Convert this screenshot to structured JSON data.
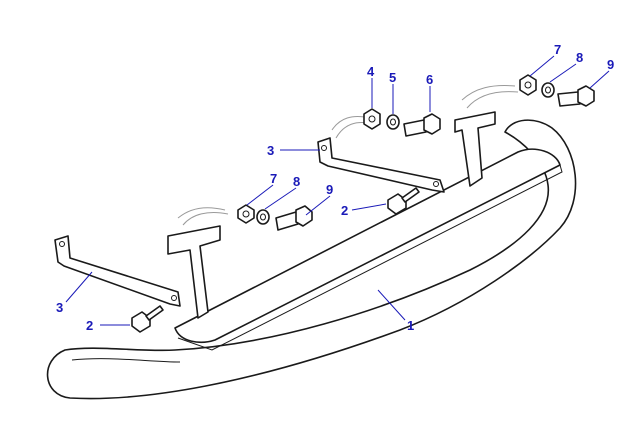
{
  "callouts": [
    {
      "id": "c1",
      "label": "1"
    },
    {
      "id": "c2a",
      "label": "2"
    },
    {
      "id": "c2b",
      "label": "2"
    },
    {
      "id": "c3a",
      "label": "3"
    },
    {
      "id": "c3b",
      "label": "3"
    },
    {
      "id": "c4",
      "label": "4"
    },
    {
      "id": "c5",
      "label": "5"
    },
    {
      "id": "c6",
      "label": "6"
    },
    {
      "id": "c7a",
      "label": "7"
    },
    {
      "id": "c7b",
      "label": "7"
    },
    {
      "id": "c8a",
      "label": "8"
    },
    {
      "id": "c8b",
      "label": "8"
    },
    {
      "id": "c9a",
      "label": "9"
    },
    {
      "id": "c9b",
      "label": "9"
    }
  ],
  "colors": {
    "callout": "#1a1ab8",
    "line": "#1a1a1a"
  }
}
